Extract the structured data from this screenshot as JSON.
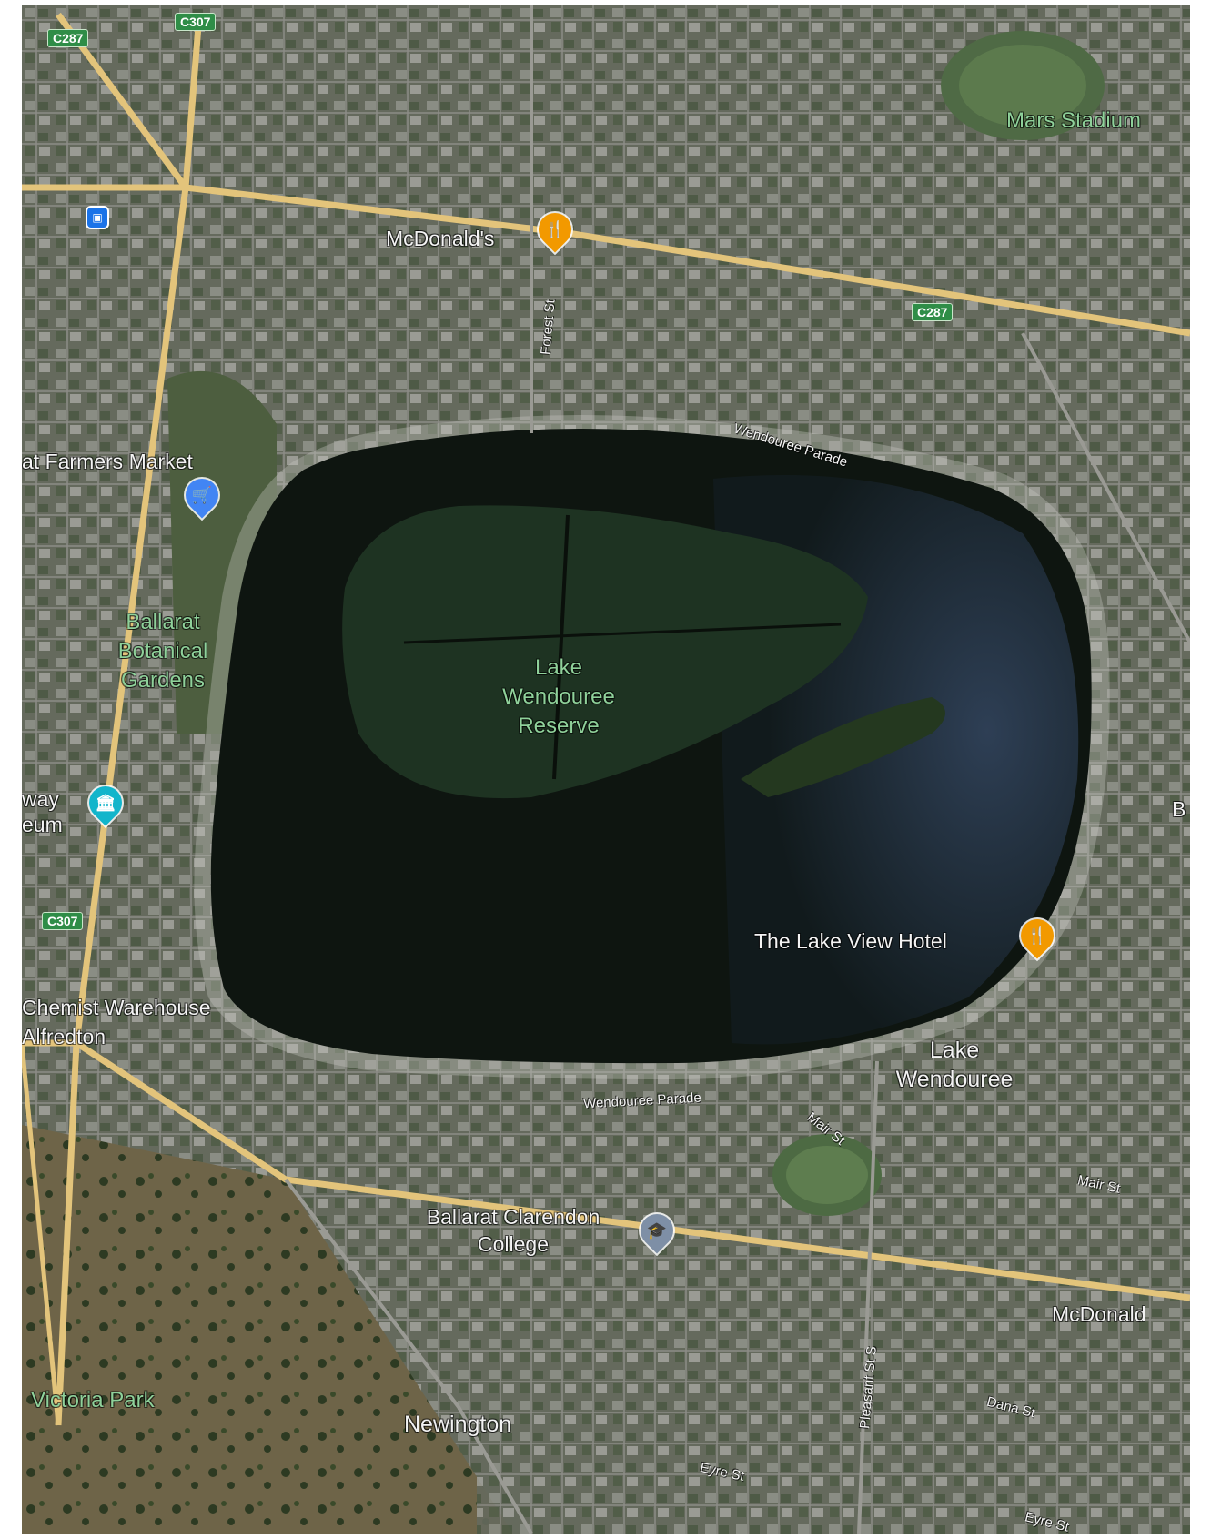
{
  "map": {
    "colors": {
      "water": "#0e1510",
      "water_east": "#243245",
      "wetland": "#1e3322",
      "urban": "#6a6f62",
      "road_major": "#e3c47b",
      "road_minor": "#9a9a94",
      "park": "#55704a",
      "label_park": "#8fd19a",
      "pin_food": "#f29900",
      "pin_shop": "#4285f4",
      "pin_museum": "#12b5cb",
      "pin_school": "#7e8fa6",
      "route_shield": "#2f8d47"
    },
    "places": {
      "lake_reserve": [
        "Lake",
        "Wendouree",
        "Reserve"
      ],
      "lake_wendouree": [
        "Lake",
        "Wendouree"
      ],
      "newington": "Newington"
    },
    "parks": {
      "botanical": [
        "Ballarat",
        "Botanical",
        "Gardens"
      ],
      "victoria_park": "Victoria Park",
      "mars_stadium": "Mars Stadium"
    },
    "pois": {
      "mcdonalds_north": "McDonald's",
      "mcdonalds_south": "McDonald",
      "farmers_market": "at Farmers Market",
      "lake_view_hotel": "The Lake View Hotel",
      "clarendon_college": [
        "Ballarat Clarendon",
        "College"
      ],
      "chemist_warehouse": [
        "Chemist Warehouse",
        "Alfredton"
      ],
      "railway_museum": [
        "way",
        "eum"
      ],
      "edge_letter": "B"
    },
    "streets": {
      "wendouree_parade_north": "Wendouree Parade",
      "wendouree_parade_south": "Wendouree Parade",
      "forest_st": "Forest St",
      "mair_st_1": "Mair St",
      "mair_st_2": "Mair St",
      "dana_st": "Dana St",
      "eyre_st_1": "Eyre St",
      "eyre_st_2": "Eyre St",
      "pleasant_st": "Pleasant St S"
    },
    "shields": {
      "c287_nw": "C287",
      "c307_n": "C307",
      "c287_e": "C287",
      "c307_w": "C307"
    },
    "pin_icons": {
      "food": "restaurant-icon",
      "shop": "shopping-cart-icon",
      "museum": "museum-icon",
      "school": "school-icon",
      "bus": "bus-icon"
    }
  }
}
